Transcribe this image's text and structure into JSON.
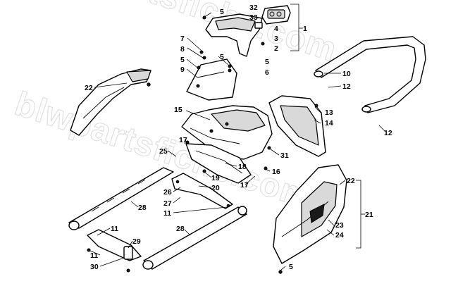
{
  "watermark": "blwpartsfiche.com",
  "callouts": {
    "c1": "1",
    "c2": "2",
    "c3": "3",
    "c4": "4",
    "c5a": "5",
    "c5b": "5",
    "c5c": "5",
    "c5d": "5",
    "c5e": "5",
    "c6": "6",
    "c7": "7",
    "c8": "8",
    "c9": "9",
    "c10": "10",
    "c11a": "11",
    "c11b": "11",
    "c11c": "11",
    "c12a": "12",
    "c12b": "12",
    "c13": "13",
    "c14": "14",
    "c15": "15",
    "c16": "16",
    "c17a": "17",
    "c17b": "17",
    "c18": "18",
    "c19": "19",
    "c20": "20",
    "c21": "21",
    "c22a": "22",
    "c22b": "22",
    "c23": "23",
    "c24": "24",
    "c25": "25",
    "c26": "26",
    "c27": "27",
    "c28a": "28",
    "c28b": "28",
    "c29": "29",
    "c30": "30",
    "c31": "31",
    "c32": "32",
    "c33": "33"
  }
}
